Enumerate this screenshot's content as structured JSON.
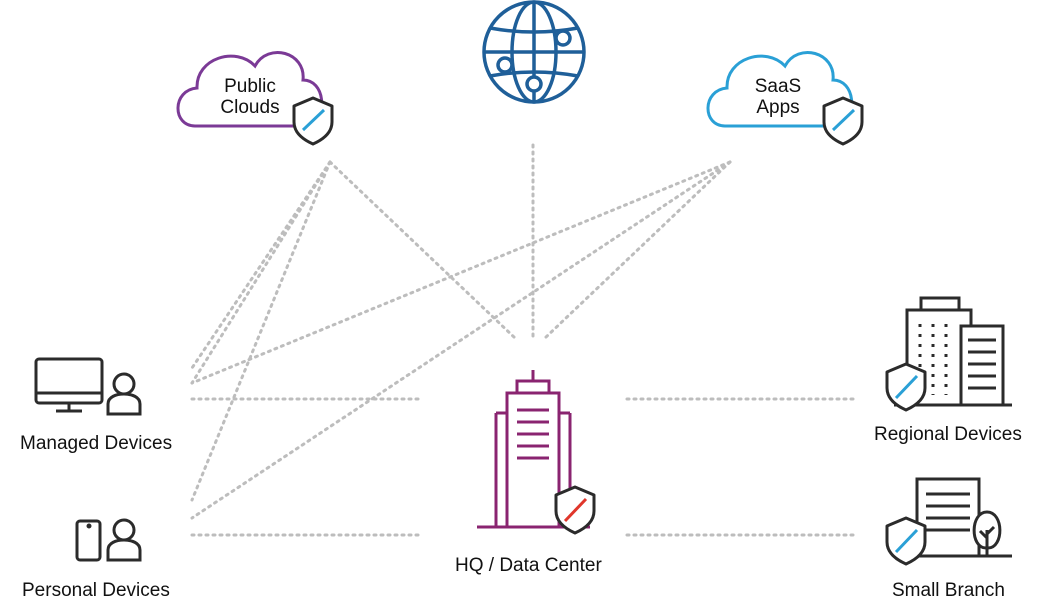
{
  "nodes": {
    "public_clouds": {
      "line1": "Public",
      "line2": "Clouds"
    },
    "saas_apps": {
      "line1": "SaaS",
      "line2": "Apps"
    },
    "managed_devices": {
      "label": "Managed Devices"
    },
    "personal_devices": {
      "label": "Personal Devices"
    },
    "hq_data_center": {
      "label": "HQ / Data Center"
    },
    "regional_devices": {
      "label": "Regional Devices"
    },
    "small_branch": {
      "label": "Small Branch"
    }
  },
  "icons": {
    "internet": "globe-icon",
    "public_clouds": "cloud-icon",
    "saas_apps": "cloud-icon",
    "managed_devices": "monitor-user-icon",
    "personal_devices": "phone-user-icon",
    "hq_data_center": "building-icon",
    "regional_devices": "office-buildings-icon",
    "small_branch": "branch-building-tree-icon",
    "security": "shield-icon"
  },
  "colors": {
    "globe": "#1f5f99",
    "public_cloud": "#7b3a96",
    "saas_cloud": "#2aa0d6",
    "hq_building": "#8a2470",
    "shield_accent_blue": "#2aa0d6",
    "shield_accent_red": "#e0362b",
    "connector": "#bdbdbd",
    "icon_dark": "#2b2b2b"
  }
}
